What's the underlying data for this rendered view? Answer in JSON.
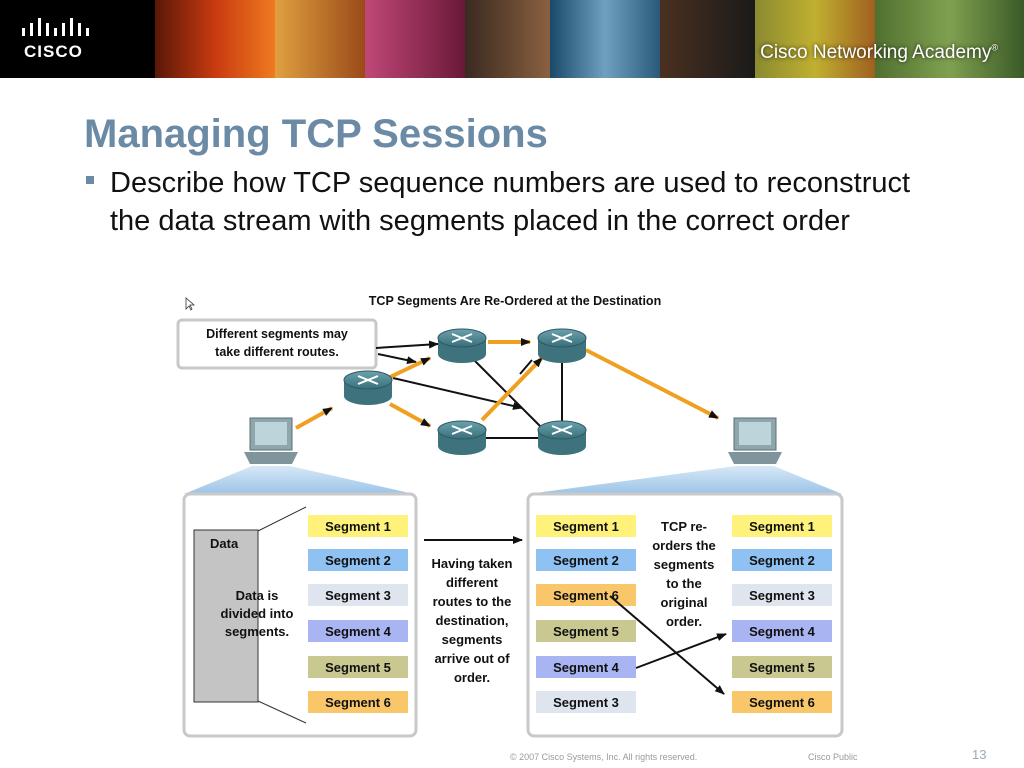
{
  "header": {
    "logo_text": "CISCO",
    "academy_text": "Cisco Networking Academy",
    "academy_mark": "®"
  },
  "slide": {
    "title": "Managing TCP Sessions",
    "bullet": "Describe how TCP sequence numbers are used to reconstruct the data stream with segments placed in the correct order"
  },
  "diagram": {
    "title": "TCP Segments Are Re-Ordered at the Destination",
    "callout_line1": "Different segments may",
    "callout_line2": "take different routes.",
    "source": {
      "data_label": "Data",
      "desc_line1": "Data is",
      "desc_line2": "divided into",
      "desc_line3": "segments.",
      "segments": [
        "Segment 1",
        "Segment 2",
        "Segment 3",
        "Segment 4",
        "Segment 5",
        "Segment 6"
      ]
    },
    "middle_text": [
      "Having taken",
      "different",
      "routes to the",
      "destination,",
      "segments",
      "arrive out of",
      "order."
    ],
    "arrived": [
      "Segment 1",
      "Segment 2",
      "Segment 6",
      "Segment 5",
      "Segment 4",
      "Segment 3"
    ],
    "reorder_text": [
      "TCP re-",
      "orders the",
      "segments",
      "to the",
      "original",
      "order."
    ],
    "reordered": [
      "Segment 1",
      "Segment 2",
      "Segment 3",
      "Segment 4",
      "Segment 5",
      "Segment 6"
    ],
    "segment_colors": {
      "Segment 1": "#fff27a",
      "Segment 2": "#8fc1f2",
      "Segment 3": "#dfe5ef",
      "Segment 4": "#a9b4f2",
      "Segment 5": "#c8c890",
      "Segment 6": "#f9c66a"
    },
    "path_color": "#f0a020"
  },
  "footer": {
    "copyright": "© 2007 Cisco Systems, Inc. All rights reserved.",
    "classification": "Cisco Public",
    "page": "13"
  },
  "colors": {
    "title": "#6b8aa6",
    "router": "#4e8591",
    "panel_border": "#c9c9c9"
  }
}
